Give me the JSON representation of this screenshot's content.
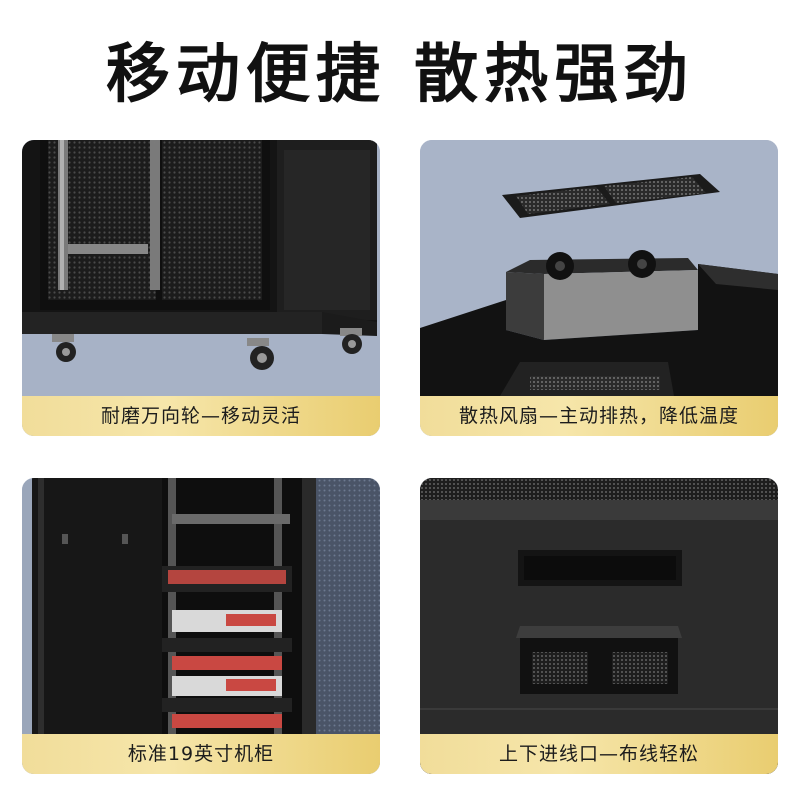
{
  "headline": "移动便捷  散热强劲",
  "panels": [
    {
      "caption": "耐磨万向轮—移动灵活"
    },
    {
      "caption": "散热风扇—主动排热，降低温度"
    },
    {
      "caption": "标准19英寸机柜"
    },
    {
      "caption": "上下进线口—布线轻松"
    }
  ],
  "colors": {
    "panel_background": "#a9b4c8",
    "caption_gold": "#f1dd9a",
    "cabinet_black": "#1a1a1a"
  }
}
